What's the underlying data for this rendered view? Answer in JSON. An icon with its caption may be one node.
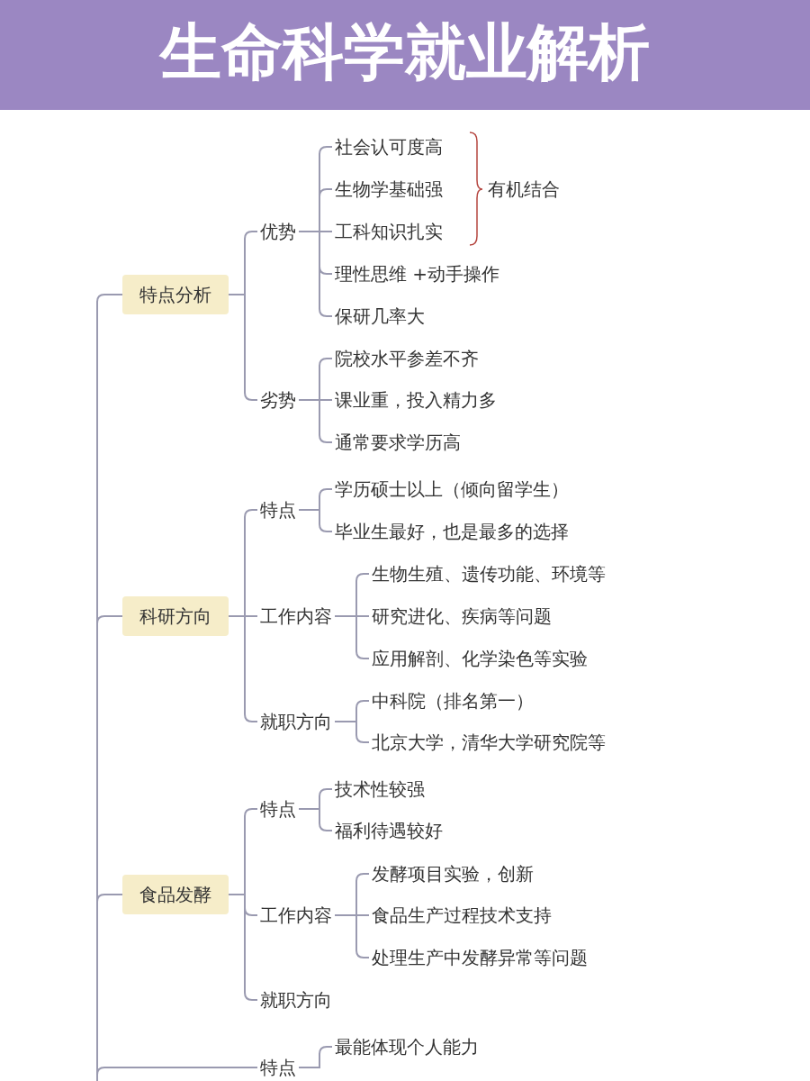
{
  "diagram": {
    "title": "生命科学就业解析",
    "nodes": [
      {
        "text": [
          "特点分析"
        ]
      },
      {
        "text": [
          "优势"
        ]
      },
      {
        "text": [
          "社会认可度高"
        ]
      },
      {
        "text": [
          "生物学基础强"
        ]
      },
      {
        "text": [
          "工科知识扎实"
        ]
      },
      {
        "text": [
          "理性思维 +动手操作"
        ]
      },
      {
        "text": [
          "保研几率大"
        ]
      },
      {
        "text": [
          "劣势"
        ]
      },
      {
        "text": [
          "院校水平参差不齐"
        ]
      },
      {
        "text": [
          "课业重，投入精力多"
        ]
      },
      {
        "text": [
          "通常要求学历高"
        ]
      },
      {
        "text": [
          "科研方向"
        ]
      },
      {
        "text": [
          "特点"
        ]
      },
      {
        "text": [
          "学历硕士以上（倾向留学生）"
        ]
      },
      {
        "text": [
          "毕业生最好，也是最多的选择"
        ]
      },
      {
        "text": [
          "工作内容"
        ]
      },
      {
        "text": [
          "生物生殖、遗传功能、环境等"
        ]
      },
      {
        "text": [
          "研究进化、疾病等问题"
        ]
      },
      {
        "text": [
          "应用解剖、化学染色等实验"
        ]
      },
      {
        "text": [
          "就职方向"
        ]
      },
      {
        "text": [
          "中科院（排名第一）"
        ]
      },
      {
        "text": [
          "北京大学，清华大学研究院等"
        ]
      },
      {
        "text": [
          "食品发酵"
        ]
      },
      {
        "text": [
          "特点"
        ]
      },
      {
        "text": [
          "技术性较强"
        ]
      },
      {
        "text": [
          "福利待遇较好"
        ]
      },
      {
        "text": [
          "工作内容"
        ]
      },
      {
        "text": [
          "发酵项目实验，创新"
        ]
      },
      {
        "text": [
          "食品生产过程技术支持"
        ]
      },
      {
        "text": [
          "处理生产中发酵异常等问题"
        ]
      },
      {
        "text": [
          "就职方向"
        ]
      },
      {
        "text": [
          "特点"
        ]
      },
      {
        "text": [
          "最能体现个人能力"
        ]
      }
    ],
    "edges": [
      {
        "from": null,
        "to": 0,
        "arrow": "none"
      },
      {
        "from": null,
        "to": 11,
        "arrow": "none"
      },
      {
        "from": null,
        "to": 22,
        "arrow": "none"
      },
      {
        "from": null,
        "to": 31,
        "arrow": "none"
      },
      {
        "from": 0,
        "to": 1,
        "arrow": "none"
      },
      {
        "from": 0,
        "to": 7,
        "arrow": "none"
      },
      {
        "from": 1,
        "to": 2,
        "arrow": "none"
      },
      {
        "from": 1,
        "to": 3,
        "arrow": "none"
      },
      {
        "from": 1,
        "to": 4,
        "arrow": "none"
      },
      {
        "from": 1,
        "to": 5,
        "arrow": "none"
      },
      {
        "from": 1,
        "to": 6,
        "arrow": "none"
      },
      {
        "from": 7,
        "to": 8,
        "arrow": "none"
      },
      {
        "from": 7,
        "to": 9,
        "arrow": "none"
      },
      {
        "from": 7,
        "to": 10,
        "arrow": "none"
      },
      {
        "from": 11,
        "to": 12,
        "arrow": "none"
      },
      {
        "from": 11,
        "to": 15,
        "arrow": "none"
      },
      {
        "from": 11,
        "to": 19,
        "arrow": "none"
      },
      {
        "from": 12,
        "to": 13,
        "arrow": "none"
      },
      {
        "from": 12,
        "to": 14,
        "arrow": "none"
      },
      {
        "from": 15,
        "to": 16,
        "arrow": "none"
      },
      {
        "from": 15,
        "to": 17,
        "arrow": "none"
      },
      {
        "from": 15,
        "to": 18,
        "arrow": "none"
      },
      {
        "from": 19,
        "to": 20,
        "arrow": "none"
      },
      {
        "from": 19,
        "to": 21,
        "arrow": "none"
      },
      {
        "from": 22,
        "to": 23,
        "arrow": "none"
      },
      {
        "from": 22,
        "to": 26,
        "arrow": "none"
      },
      {
        "from": 22,
        "to": 30,
        "arrow": "none"
      },
      {
        "from": 23,
        "to": 24,
        "arrow": "none"
      },
      {
        "from": 23,
        "to": 25,
        "arrow": "none"
      },
      {
        "from": 26,
        "to": 27,
        "arrow": "none"
      },
      {
        "from": 26,
        "to": 28,
        "arrow": "none"
      },
      {
        "from": 26,
        "to": 29,
        "arrow": "none"
      },
      {
        "from": 31,
        "to": 32,
        "arrow": "none"
      }
    ],
    "labels": [
      "有机结合"
    ]
  }
}
